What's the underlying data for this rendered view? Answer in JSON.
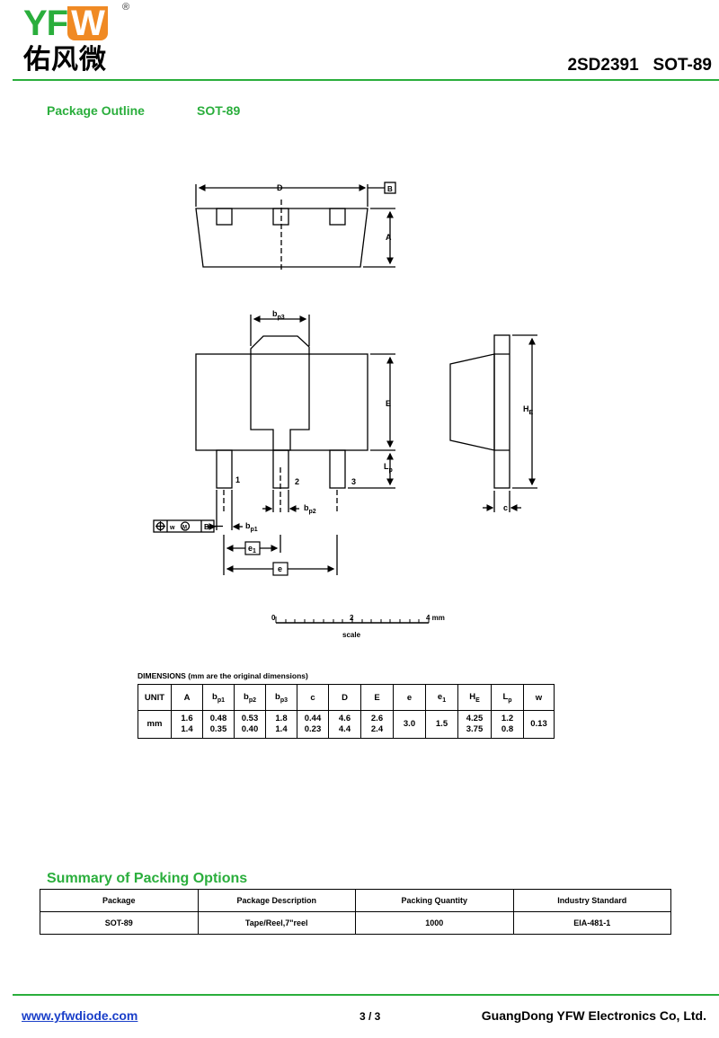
{
  "header": {
    "logo_latin_a": "YF",
    "logo_latin_b": "W",
    "logo_reg": "®",
    "logo_cn": "佑风微",
    "part_number": "2SD2391",
    "package": "SOT-89"
  },
  "outline": {
    "title": "Package Outline",
    "package": "SOT-89"
  },
  "drawing": {
    "labels": {
      "D": "D",
      "B": "B",
      "A": "A",
      "bp3": "b",
      "bp3_sub": "p3",
      "E": "E",
      "HE": "H",
      "HE_sub": "E",
      "Lp": "L",
      "Lp_sub": "p",
      "pin1": "1",
      "pin2": "2",
      "pin3": "3",
      "bp1": "b",
      "bp1_sub": "p1",
      "bp2": "b",
      "bp2_sub": "p2",
      "e1": "e",
      "e1_sub": "1",
      "e": "e",
      "c": "c",
      "w": "w",
      "M": "M",
      "B2": "B"
    },
    "scale": {
      "tick0": "0",
      "tick2": "2",
      "tick4": "4 mm",
      "caption": "scale"
    }
  },
  "dimensions": {
    "caption": "DIMENSIONS (mm are the original dimensions)",
    "unit_header": "UNIT",
    "headers": [
      {
        "t": "A",
        "s": ""
      },
      {
        "t": "b",
        "s": "p1"
      },
      {
        "t": "b",
        "s": "p2"
      },
      {
        "t": "b",
        "s": "p3"
      },
      {
        "t": "c",
        "s": ""
      },
      {
        "t": "D",
        "s": ""
      },
      {
        "t": "E",
        "s": ""
      },
      {
        "t": "e",
        "s": ""
      },
      {
        "t": "e",
        "s": "1"
      },
      {
        "t": "H",
        "s": "E"
      },
      {
        "t": "L",
        "s": "p"
      },
      {
        "t": "w",
        "s": ""
      }
    ],
    "unit": "mm",
    "max": [
      "1.6",
      "0.48",
      "0.53",
      "1.8",
      "0.44",
      "4.6",
      "2.6",
      "3.0",
      "1.5",
      "4.25",
      "1.2",
      "0.13"
    ],
    "min": [
      "1.4",
      "0.35",
      "0.40",
      "1.4",
      "0.23",
      "4.4",
      "2.4",
      "",
      "",
      "3.75",
      "0.8",
      ""
    ]
  },
  "packing": {
    "title": "Summary of Packing Options",
    "headers": [
      "Package",
      "Package Description",
      "Packing Quantity",
      "Industry Standard"
    ],
    "rows": [
      [
        "SOT-89",
        "Tape/Reel,7\"reel",
        "1000",
        "EIA-481-1"
      ]
    ]
  },
  "footer": {
    "website": "www.yfwdiode.com",
    "page": "3 / 3",
    "company": "GuangDong YFW Electronics Co, Ltd."
  }
}
